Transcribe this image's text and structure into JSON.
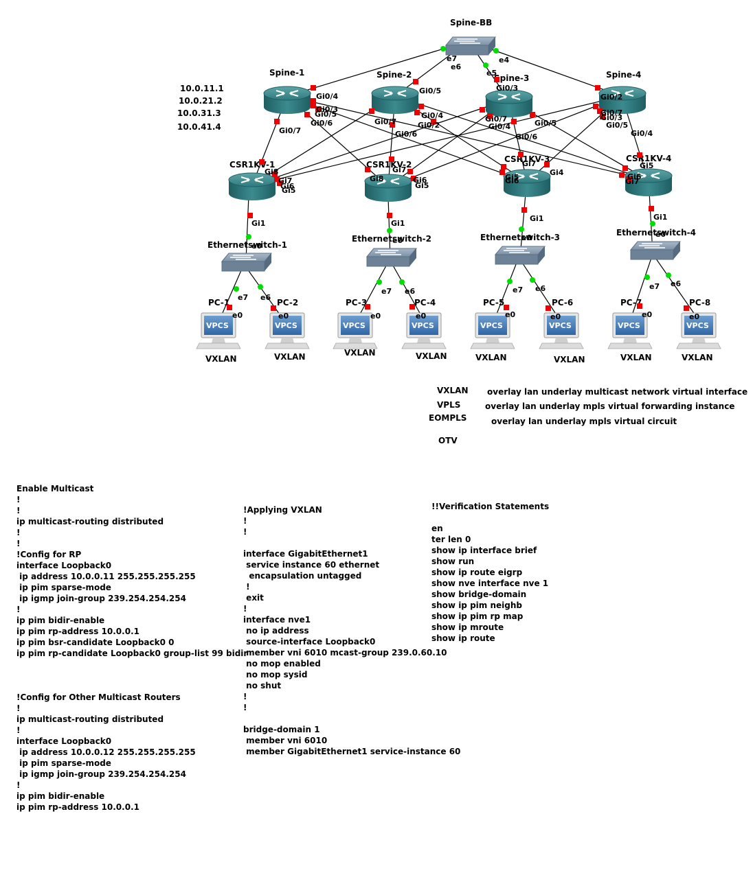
{
  "devices": {
    "spine_bb": "Spine-BB",
    "spine_1": "Spine-1",
    "spine_2": "Spine-2",
    "spine_3": "Spine-3",
    "spine_4": "Spine-4",
    "csr_1": "CSR1KV-1",
    "csr_2": "CSR1KV-2",
    "csr_3": "CSR1KV-3",
    "csr_4": "CSR1KV-4",
    "sw_1": "Ethernetswitch-1",
    "sw_2": "Ethernetswitch-2",
    "sw_3": "Ethernetswitch-3",
    "sw_4": "Ethernetswitch-4",
    "pc_1": "PC-1",
    "pc_2": "PC-2",
    "pc_3": "PC-3",
    "pc_4": "PC-4",
    "pc_5": "PC-5",
    "pc_6": "PC-6",
    "pc_7": "PC-7",
    "pc_8": "PC-8"
  },
  "vpcs_label": "VPCS",
  "pc_caption": "VXLAN",
  "ip_list": [
    "10.0.11.1",
    "10.0.21.2",
    "10.0.31.3",
    "10.0.41.4"
  ],
  "ports": {
    "e7": "e7",
    "e6": "e6",
    "e5": "e5",
    "e4": "e4",
    "e0": "e0",
    "gi0_2": "Gi0/2",
    "gi0_3": "Gi0/3",
    "gi0_4": "Gi0/4",
    "gi0_5": "Gi0/5",
    "gi0_6": "Gi0/6",
    "gi0_7": "Gi0/7",
    "gi1": "Gi1",
    "gi4": "Gi4",
    "gi5": "Gi5",
    "gi6": "Gi6",
    "gi7": "Gi7",
    "gi8": "Gi8"
  },
  "overlay_legend": [
    {
      "term": "VXLAN",
      "desc": "overlay lan underlay multicast network virtual interface"
    },
    {
      "term": "VPLS",
      "desc": "overlay lan underlay mpls virtual forwarding instance"
    },
    {
      "term": "EOMPLS",
      "desc": "overlay lan underlay mpls virtual circuit"
    },
    {
      "term": "OTV",
      "desc": ""
    }
  ],
  "config_left": [
    "Enable Multicast",
    "!",
    "!",
    "ip multicast-routing distributed",
    "!",
    "!",
    "!Config for RP",
    "interface Loopback0",
    " ip address 10.0.0.11 255.255.255.255",
    " ip pim sparse-mode",
    " ip igmp join-group 239.254.254.254",
    "!",
    "ip pim bidir-enable",
    "ip pim rp-address 10.0.0.1",
    "ip pim bsr-candidate Loopback0 0",
    "ip pim rp-candidate Loopback0 group-list 99 bidir",
    "",
    "",
    "",
    "!Config for Other Multicast Routers",
    "!",
    "ip multicast-routing distributed",
    "!",
    "interface Loopback0",
    " ip address 10.0.0.12 255.255.255.255",
    " ip pim sparse-mode",
    " ip igmp join-group 239.254.254.254",
    "!",
    "ip pim bidir-enable",
    "ip pim rp-address 10.0.0.1"
  ],
  "config_middle": [
    "!Applying VXLAN",
    "!",
    "!",
    "",
    "interface GigabitEthernet1",
    " service instance 60 ethernet",
    "  encapsulation untagged",
    " !",
    " exit",
    "!",
    "interface nve1",
    " no ip address",
    " source-interface Loopback0",
    " member vni 6010 mcast-group 239.0.60.10",
    " no mop enabled",
    " no mop sysid",
    " no shut",
    "!",
    "!",
    "",
    "bridge-domain 1",
    " member vni 6010",
    " member GigabitEthernet1 service-instance 60"
  ],
  "config_right": [
    "!!Verification Statements",
    "",
    "en",
    "ter len 0",
    "show ip interface brief",
    "show run",
    "show ip route eigrp",
    "show nve interface nve 1",
    "show bridge-domain",
    "show ip pim neighb",
    "show ip pim rp map",
    "show ip mroute",
    "show ip route"
  ]
}
